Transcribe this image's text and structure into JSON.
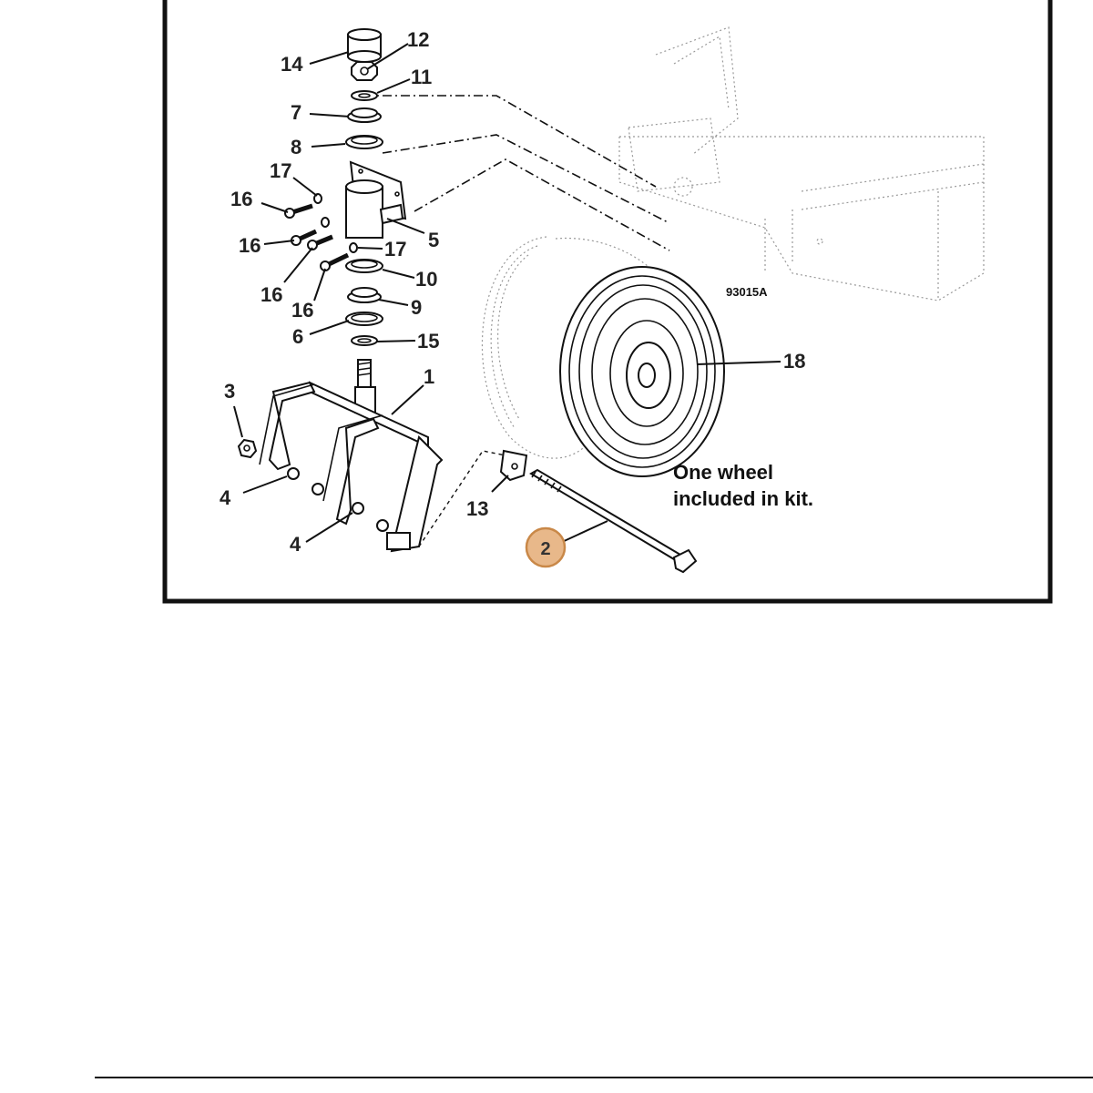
{
  "figure_id": "93015A",
  "note": {
    "line1": "One wheel",
    "line2": "included in kit."
  },
  "highlight": {
    "label": "2",
    "color": "#e8b88a",
    "stroke": "#c98848"
  },
  "callouts": {
    "c14": "14",
    "c12": "12",
    "c11": "11",
    "c7": "7",
    "c8": "8",
    "c17a": "17",
    "c16a": "16",
    "c5": "5",
    "c16b": "16",
    "c17b": "17",
    "c10": "10",
    "c16c": "16",
    "c16d": "16",
    "c9": "9",
    "c6": "6",
    "c15": "15",
    "c1": "1",
    "c3": "3",
    "c4a": "4",
    "c4b": "4",
    "c13": "13",
    "c18": "18"
  }
}
